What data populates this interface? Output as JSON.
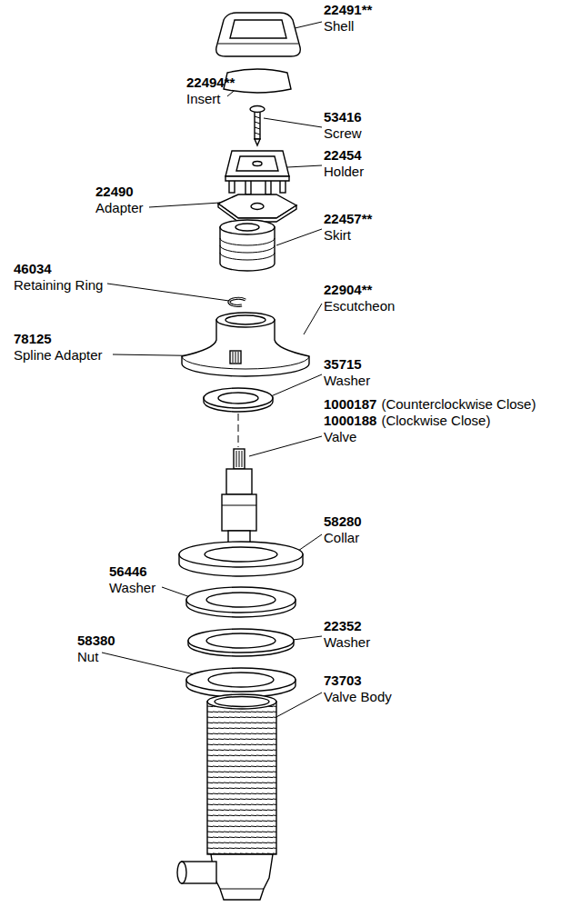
{
  "diagram": {
    "labels": [
      "22491**",
      "Shell",
      "22494**",
      "Insert",
      "53416",
      "Screw",
      "22454",
      "Holder",
      "22490",
      "Adapter",
      "22457**",
      "Skirt",
      "46034",
      "Retaining Ring",
      "22904**",
      "Escutcheon",
      "78125",
      "Spline Adapter",
      "35715",
      "Washer",
      "1000187",
      "(Counterclockwise Close)",
      "1000188",
      "(Clockwise Close)",
      "Valve",
      "58280",
      "Collar",
      "56446",
      "Washer",
      "22352",
      "Washer",
      "58380",
      "Nut",
      "73703",
      "Valve Body"
    ]
  }
}
